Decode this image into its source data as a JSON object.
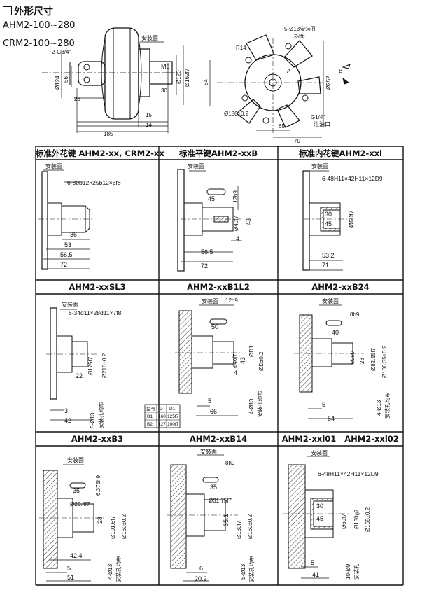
{
  "header": {
    "title": "外形尺寸",
    "model_ahm": "AHM2-100~280",
    "model_crm": "CRM2-100~280"
  },
  "side_view": {
    "mount_face": "安装面",
    "port": "2-G3/4\"",
    "thread": "M8",
    "dims": [
      "Ø124",
      "56",
      "26",
      "30",
      "Ø120",
      "Ø162f7",
      "15",
      "14",
      "185"
    ]
  },
  "front_view": {
    "mount_holes": "5-Ø13安装孔",
    "mount_holes_note": "均布",
    "radius": "R14",
    "bolt_circle": "Ø180±0.2",
    "drain_port": "G1/4\"",
    "drain_label": "泄油口",
    "dims": [
      "84",
      "65",
      "70",
      "Ø252"
    ],
    "point_a": "A",
    "point_b": "B"
  },
  "sections": [
    {
      "title": "标准外花键 AHM2-xx, CRM2-xx",
      "mount": "安装面",
      "spec": "6-30b12×25b12×6f8",
      "dims": [
        "36",
        "53",
        "56.5",
        "72"
      ]
    },
    {
      "title": "标准平键AHM2-xxB",
      "mount": "安装面",
      "dims": [
        "45",
        "12h9",
        "Ø40f7",
        "43",
        "4",
        "56.5",
        "72"
      ]
    },
    {
      "title": "标准内花键AHM2-xxl",
      "mount": "安装面",
      "spec": "6-48H11×42H11×12D9",
      "dims": [
        "30",
        "45",
        "Ø60f7",
        "53.2",
        "71"
      ]
    },
    {
      "title": "AHM2-xxSL3",
      "mount": "安装面",
      "spec": "6-34d11×28d11×7f8",
      "dims": [
        "Ø175f7",
        "Ø210±0.2",
        "22",
        "3",
        "42",
        "5-Ø13",
        "安装孔均布"
      ]
    },
    {
      "title": "AHM2-xxB1L2",
      "mount": "安装面",
      "dims": [
        "12h9",
        "50",
        "Ø40f7",
        "43",
        "ØD1",
        "ØD±0.2",
        "4",
        "5",
        "66",
        "4-Ø13",
        "安装孔均布"
      ],
      "table": {
        "headers": [
          "型号",
          "D",
          "D1"
        ],
        "rows": [
          [
            "B1",
            "160",
            "125f7"
          ],
          [
            "B2",
            "127",
            "100f7"
          ]
        ]
      }
    },
    {
      "title": "AHM2-xxB24",
      "mount": "安装面",
      "dims": [
        "8h9",
        "40",
        "Ø82.55f7",
        "Ø25f7",
        "28",
        "Ø106.35±0.2",
        "5",
        "54",
        "4-Ø13",
        "安装孔均布"
      ]
    },
    {
      "title": "AHM2-xxB3",
      "mount": "安装面",
      "dims": [
        "6.375h9",
        "35",
        "Ø25.4f7",
        "28",
        "Ø101.6f7",
        "Ø160±0.2",
        "42.4",
        "5",
        "51",
        "4-Ø13",
        "安装孔均布"
      ]
    },
    {
      "title": "AHM2-xxB14",
      "mount": "安装面",
      "dims": [
        "8h9",
        "35",
        "Ø31.75f7",
        "35.1",
        "Ø130f7",
        "Ø160±0.2",
        "6",
        "20.2",
        "5-Ø13",
        "安装孔均布"
      ]
    },
    {
      "title": "AHM2-xxl01",
      "title2": "AHM2-xxl02",
      "mount": "安装面",
      "spec": "6-48H11×42H11×12D9",
      "dims": [
        "30",
        "45",
        "Ø60f7",
        "Ø130g7",
        "Ø165±0.2",
        "5",
        "41",
        "10-Ø9",
        "安装孔"
      ]
    }
  ]
}
